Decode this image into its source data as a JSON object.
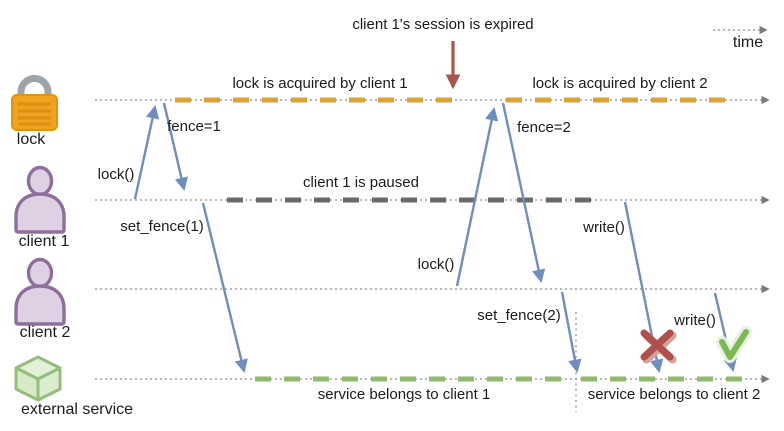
{
  "annotations": {
    "session_expired": "client 1's session is expired",
    "time_axis_label": "time"
  },
  "actors": [
    {
      "label": "lock",
      "icon": "padlock-icon"
    },
    {
      "label": "client 1",
      "icon": "person-icon"
    },
    {
      "label": "client 2",
      "icon": "person-icon"
    },
    {
      "label": "external service",
      "icon": "cube-icon"
    }
  ],
  "segments": [
    {
      "label": "lock is acquired by client 1",
      "lane": "lock",
      "color": "#DCA334"
    },
    {
      "label": "lock is acquired by client 2",
      "lane": "lock",
      "color": "#DCA334"
    },
    {
      "label": "client 1 is paused",
      "lane": "client 1",
      "color": "#6A6A6A"
    },
    {
      "label": "service belongs to client 1",
      "lane": "external service",
      "color": "#90BA6C"
    },
    {
      "label": "service belongs to client 2",
      "lane": "external service",
      "color": "#90BA6C"
    }
  ],
  "messages": [
    {
      "label": "lock()",
      "from": "client 1",
      "to": "lock"
    },
    {
      "label": "fence=1",
      "from": "lock",
      "to": "client 1"
    },
    {
      "label": "set_fence(1)",
      "from": "client 1",
      "to": "external service"
    },
    {
      "label": "lock()",
      "from": "client 2",
      "to": "lock"
    },
    {
      "label": "fence=2",
      "from": "lock",
      "to": "client 2"
    },
    {
      "label": "set_fence(2)",
      "from": "client 2",
      "to": "external service"
    },
    {
      "label": "write()",
      "from": "client 1",
      "to": "external service",
      "result": "rejected"
    },
    {
      "label": "write()",
      "from": "client 2",
      "to": "external service",
      "result": "accepted"
    }
  ],
  "outcomes": {
    "rejected": "x-mark-icon",
    "accepted": "check-mark-icon"
  },
  "colors": {
    "lock_segment": "#DCA334",
    "pause_segment": "#6A6A6A",
    "service_segment": "#90BA6C",
    "message_arrow": "#6E8EBF",
    "event_arrow": "#A8544F",
    "reject": "#B0504D",
    "accept": "#7CB854"
  }
}
